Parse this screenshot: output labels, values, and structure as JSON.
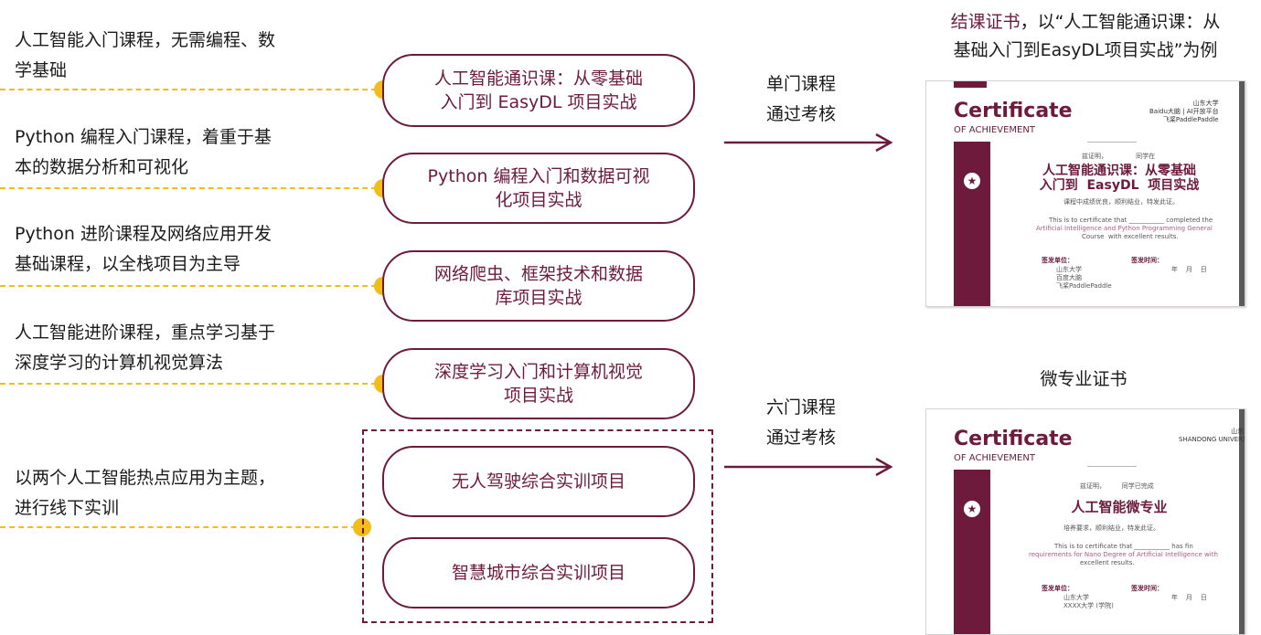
{
  "descriptions": [
    "人工智能入门课程，无需编程、数\n学基础",
    "Python 编程入门课程，着重于基\n本的数据分析和可视化",
    "Python 进阶课程及网络应用开发\n基础课程，以全栈项目为主导",
    "人工智能进阶课程，重点学习基于\n深度学习的计算机视觉算法",
    "以两个人工智能热点应用为主题，\n进行线下实训"
  ],
  "courses": [
    "人工智能通识课：从零基础\n入门到 EasyDL 项目实战",
    "Python 编程入门和数据可视\n化项目实战",
    "网络爬虫、框架技术和数据\n库项目实战",
    "深度学习入门和计算机视觉\n项目实战",
    "无人驾驶综合实训项目",
    "智慧城市综合实训项目"
  ],
  "arrows": {
    "single": "单门课程\n通过考核",
    "six": "六门课程\n通过考核"
  },
  "certificates": {
    "top_title_highlight": "结课证书",
    "top_title_rest": "，以“人工智能通识课：从\n基础入门到EasyDL项目实战”为例",
    "bottom_title": "微专业证书",
    "cert_word": "Certificate",
    "achievement": "OF ACHIEVEMENT",
    "cert1": {
      "cert_line": "兹证明，              同学在",
      "heading": "人工智能通识课：从零基础\n入门到  EasyDL  项目实战",
      "sub": "课程中成绩优良，顺利结业，特发此证。",
      "en1": "This is to certificate that ___________ completed the",
      "en2": "Artificial Intelligence and Python Programming General",
      "en3": "Course  with excellent results.",
      "issuer_label": "签发单位：",
      "issuer": "山东大学\n百度大脑\n飞桨PaddlePaddle",
      "date_label": "签发时间：",
      "date": "年    月    日",
      "logo": "山东大学\nBaidu大脑 | AI开放平台\n飞桨PaddlePaddle"
    },
    "cert2": {
      "cert_line": "兹证明，        同学已完成",
      "heading": "人工智能微专业",
      "sub": "培养要求，顺利结业，特发此证。",
      "en1": "This is to certificate that ___________ has fin",
      "en2": "requirements for Nano Degree of Artificial Intelligence with",
      "en3": "excellent results.",
      "issuer_label": "签发单位：",
      "issuer": "山东大学\nXXXX大学 (学院)",
      "date_label": "签发时间：",
      "date": "年    月    日",
      "logo": "山东大学\nSHANDONG UNIVERSITY"
    }
  },
  "colors": {
    "maroon": "#6d1a3c",
    "gold": "#f2bc1b",
    "arrow": "#6d1a3c"
  }
}
